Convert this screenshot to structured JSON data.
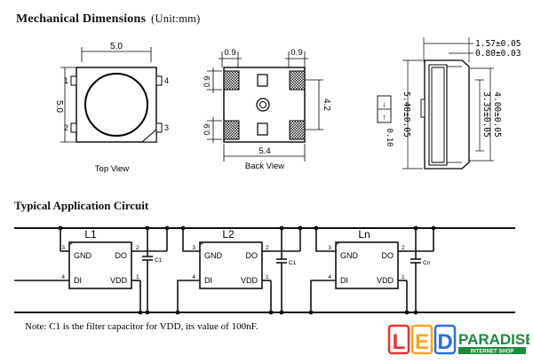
{
  "title": {
    "main": "Mechanical  Dimensions",
    "unit": "(Unit:mm)"
  },
  "top_view": {
    "caption": "Top View",
    "width_label": "5.0",
    "height_label": "5.0",
    "pins": [
      "1",
      "2",
      "3",
      "4"
    ]
  },
  "back_view": {
    "caption": "Back View",
    "pad_top_left": "0.9",
    "pad_top_right": "0.9",
    "pad_side_top": "0.9",
    "pad_side_bottom": "0.9",
    "height_label": "4.2",
    "width_label": "5.4"
  },
  "side_view": {
    "top_label_1": "1.57±0.05",
    "top_label_2": "0.80±0.03",
    "left_label": "5.40±0.05",
    "right_label_1": "4.00±0.05",
    "right_label_2": "3.35±0.05",
    "small_left": "0.10",
    "small_box_top": "↓",
    "small_box_bottom": "↑"
  },
  "circuit": {
    "title": "Typical Application Circuit",
    "stages": [
      {
        "label": "L1",
        "cap": "C1"
      },
      {
        "label": "L2",
        "cap": "C1"
      },
      {
        "label": "Ln",
        "cap": "Cn"
      }
    ],
    "pin_gnd": "GND",
    "pin_do": "DO",
    "pin_di": "DI",
    "pin_vdd": "VDD",
    "pin_num_3": "3",
    "pin_num_2": "2",
    "pin_num_4": "4",
    "pin_num_1": "1"
  },
  "note": "Note: C1 is the filter capacitor for VDD, its value of 100nF.",
  "logo": {
    "letters": [
      "L",
      "E",
      "D"
    ],
    "letter_colors": [
      "#e3342f",
      "#f5a623",
      "#2a6fdb"
    ],
    "word": "PARADISE",
    "sub": "INTERNET SHOP",
    "word_color": "#1f8a3b"
  }
}
